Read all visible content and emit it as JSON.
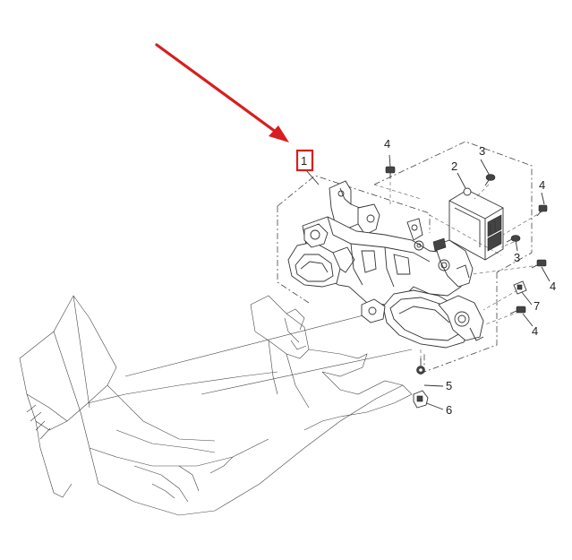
{
  "diagram": {
    "highlight_color": "#d81e1e",
    "line_color": "#333333",
    "callouts": {
      "c1": "1",
      "c2": "2",
      "c3a": "3",
      "c3b": "3",
      "c4a": "4",
      "c4b": "4",
      "c4c": "4",
      "c4d": "4",
      "c5": "5",
      "c6": "6",
      "c7": "7"
    }
  }
}
